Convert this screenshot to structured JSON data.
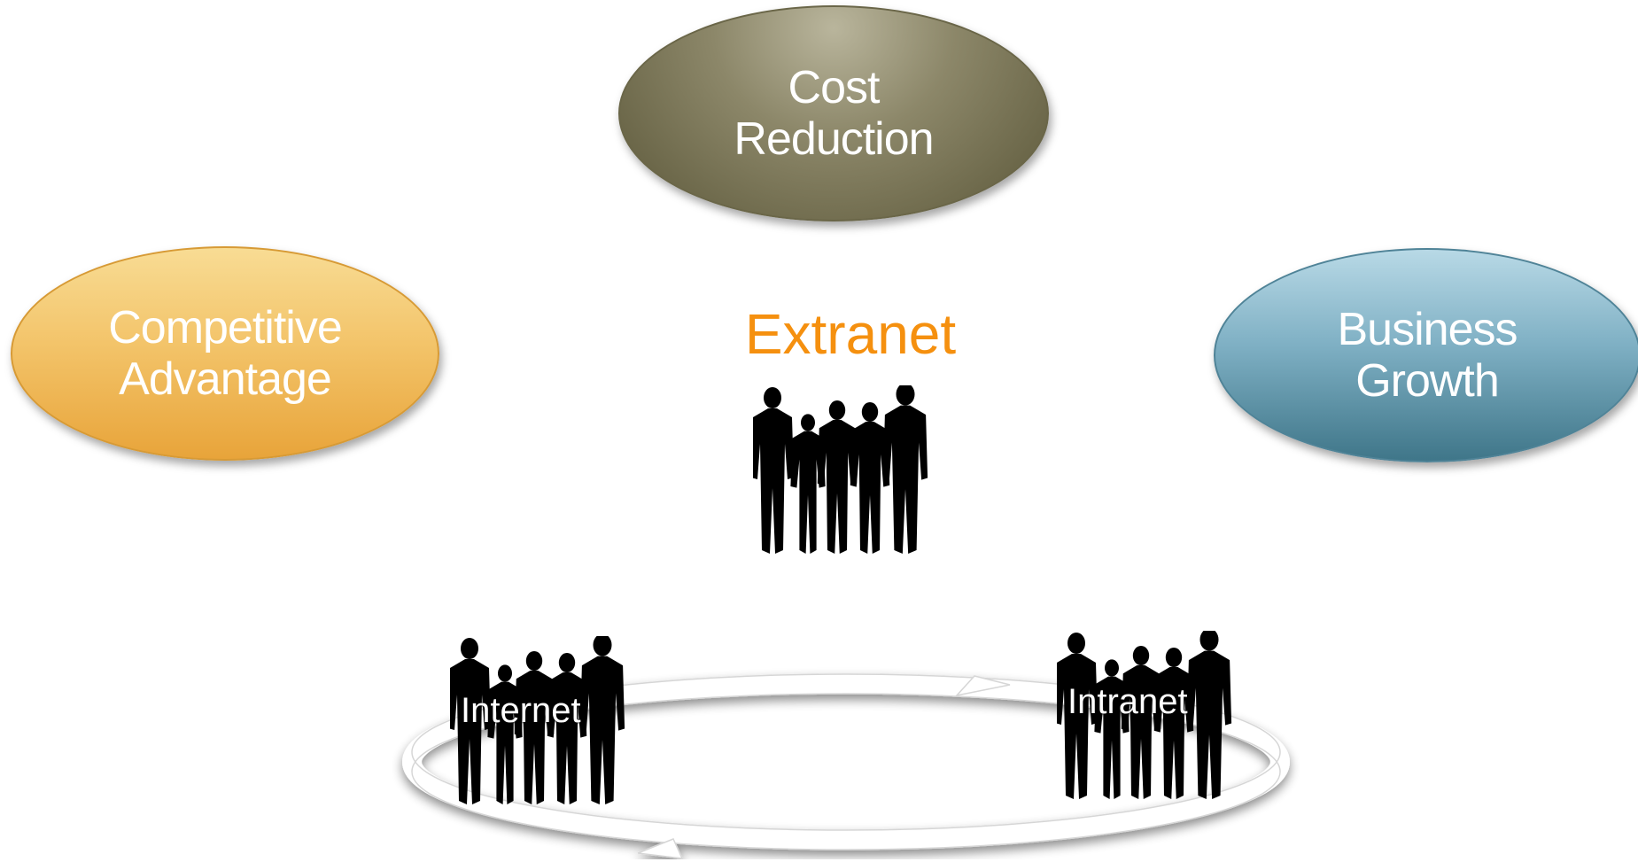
{
  "ovals": {
    "cost": {
      "line1": "Cost",
      "line2": "Reduction"
    },
    "competitive": {
      "line1": "Competitive",
      "line2": "Advantage"
    },
    "business": {
      "line1": "Business",
      "line2": "Growth"
    }
  },
  "center_title": "Extranet",
  "labels": {
    "internet": "Internet",
    "intranet": "Intranet"
  },
  "colors": {
    "extranet_text": "#f5900f",
    "silhouette": "#000000"
  }
}
